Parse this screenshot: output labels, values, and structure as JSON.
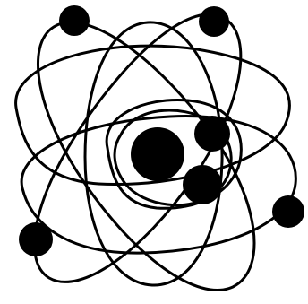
{
  "figure": {
    "icon": "atom-icon",
    "colors": {
      "background": "#ffffff",
      "ink": "#000000"
    },
    "orbits": [
      "orbit-1",
      "orbit-2",
      "orbit-3",
      "orbit-4",
      "orbit-5"
    ],
    "nucleus": [
      "proton-large",
      "particle-upper-right",
      "particle-lower"
    ],
    "electrons": [
      "electron-top-left",
      "electron-top-right",
      "electron-right",
      "electron-bottom-left"
    ]
  }
}
